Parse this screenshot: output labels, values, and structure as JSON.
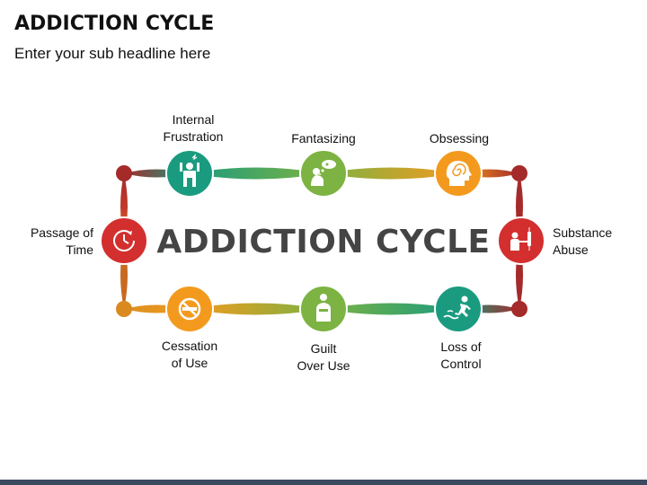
{
  "header": {
    "title": "ADDICTION CYCLE",
    "subtitle": "Enter your sub headline here"
  },
  "diagram": {
    "center_title": "ADDICTION CYCLE",
    "nodes": [
      {
        "id": "internal-frustration",
        "label_line1": "Internal",
        "label_line2": "Frustration",
        "color": "#1a9b7f",
        "icon": "frustrated-person-icon"
      },
      {
        "id": "fantasizing",
        "label_line1": "Fantasizing",
        "label_line2": "",
        "color": "#7cb342",
        "icon": "dreaming-person-icon"
      },
      {
        "id": "obsessing",
        "label_line1": "Obsessing",
        "label_line2": "",
        "color": "#f39a1e",
        "icon": "spiral-head-icon"
      },
      {
        "id": "substance-abuse",
        "label_line1": "Substance",
        "label_line2": "Abuse",
        "color": "#d32f2f",
        "icon": "syringe-person-icon"
      },
      {
        "id": "loss-of-control",
        "label_line1": "Loss of",
        "label_line2": "Control",
        "color": "#1a9b7f",
        "icon": "slipping-person-icon"
      },
      {
        "id": "guilt-over-use",
        "label_line1": "Guilt",
        "label_line2": "Over Use",
        "color": "#7cb342",
        "icon": "guilty-person-icon"
      },
      {
        "id": "cessation-of-use",
        "label_line1": "Cessation",
        "label_line2": "of Use",
        "color": "#f39a1e",
        "icon": "no-smoking-icon"
      },
      {
        "id": "passage-of-time",
        "label_line1": "Passage of",
        "label_line2": "Time",
        "color": "#d32f2f",
        "icon": "clock-icon"
      }
    ]
  },
  "colors": {
    "teal": "#1a9b7f",
    "green": "#7cb342",
    "orange": "#f39a1e",
    "red": "#d32f2f",
    "dark_red": "#a52a2a",
    "footer": "#3b4a5e"
  }
}
